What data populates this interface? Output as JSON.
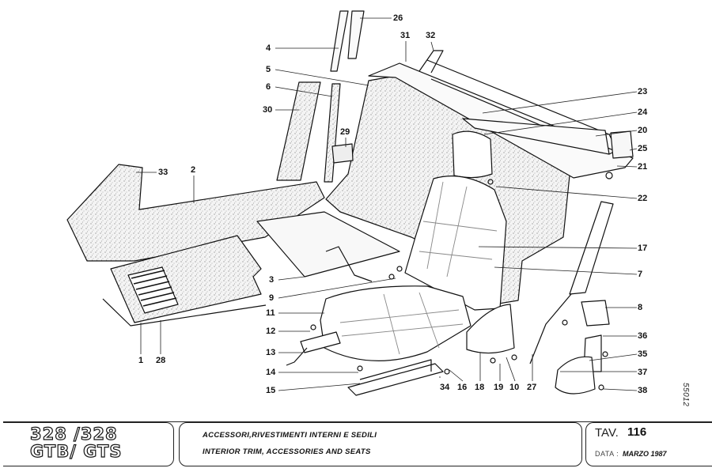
{
  "plate": {
    "model_line_1": "328 /328",
    "model_line_2": "GTB/ GTS",
    "title_it": "ACCESSORI,RIVESTIMENTI INTERNI E SEDILI",
    "title_en": "INTERIOR TRIM, ACCESSORIES AND SEATS",
    "tav_label": "TAV.",
    "tav_number": "116",
    "date_label": "DATA :",
    "date_value": "MARZO 1987",
    "drawing_number": "55012"
  },
  "callouts": [
    {
      "id": "4",
      "label": "4"
    },
    {
      "id": "26",
      "label": "26"
    },
    {
      "id": "31",
      "label": "31"
    },
    {
      "id": "32",
      "label": "32"
    },
    {
      "id": "5",
      "label": "5"
    },
    {
      "id": "6",
      "label": "6"
    },
    {
      "id": "30",
      "label": "30"
    },
    {
      "id": "29",
      "label": "29"
    },
    {
      "id": "23",
      "label": "23"
    },
    {
      "id": "24",
      "label": "24"
    },
    {
      "id": "20",
      "label": "20"
    },
    {
      "id": "25",
      "label": "25"
    },
    {
      "id": "21",
      "label": "21"
    },
    {
      "id": "22",
      "label": "22"
    },
    {
      "id": "33",
      "label": "33"
    },
    {
      "id": "2",
      "label": "2"
    },
    {
      "id": "17",
      "label": "17"
    },
    {
      "id": "7",
      "label": "7"
    },
    {
      "id": "3",
      "label": "3"
    },
    {
      "id": "9",
      "label": "9"
    },
    {
      "id": "8",
      "label": "8"
    },
    {
      "id": "11",
      "label": "11"
    },
    {
      "id": "12",
      "label": "12"
    },
    {
      "id": "36",
      "label": "36"
    },
    {
      "id": "13",
      "label": "13"
    },
    {
      "id": "35",
      "label": "35"
    },
    {
      "id": "37",
      "label": "37"
    },
    {
      "id": "14",
      "label": "14"
    },
    {
      "id": "38",
      "label": "38"
    },
    {
      "id": "15",
      "label": "15"
    },
    {
      "id": "1",
      "label": "1"
    },
    {
      "id": "28",
      "label": "28"
    },
    {
      "id": "34",
      "label": "34"
    },
    {
      "id": "16",
      "label": "16"
    },
    {
      "id": "18",
      "label": "18"
    },
    {
      "id": "19",
      "label": "19"
    },
    {
      "id": "10",
      "label": "10"
    },
    {
      "id": "27",
      "label": "27"
    }
  ]
}
